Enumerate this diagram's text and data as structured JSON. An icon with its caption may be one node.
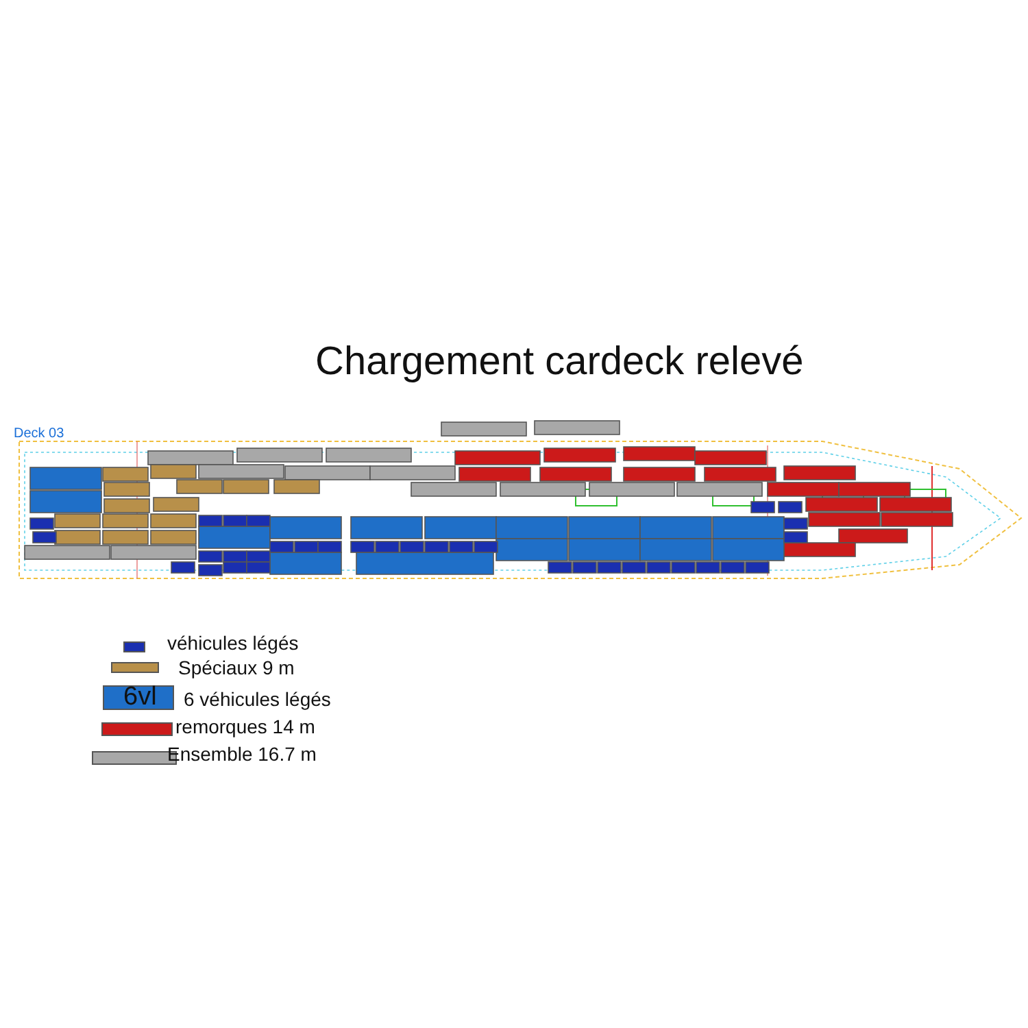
{
  "diagram": {
    "title": "Chargement cardeck relevé",
    "labels": [
      "Deck 03",
      "6vl"
    ],
    "legend": [
      {
        "text": "véhicules légés",
        "color": "#1a2fb0"
      },
      {
        "text": "Spéciaux 9 m",
        "color": "#b8904a"
      },
      {
        "text": "6 véhicules légés",
        "color": "#1f6fc8"
      },
      {
        "text": "remorques 14 m",
        "color": "#cc1a1a"
      },
      {
        "text": "Ensemble 16.7 m",
        "color": "#a8a8a8"
      }
    ]
  }
}
